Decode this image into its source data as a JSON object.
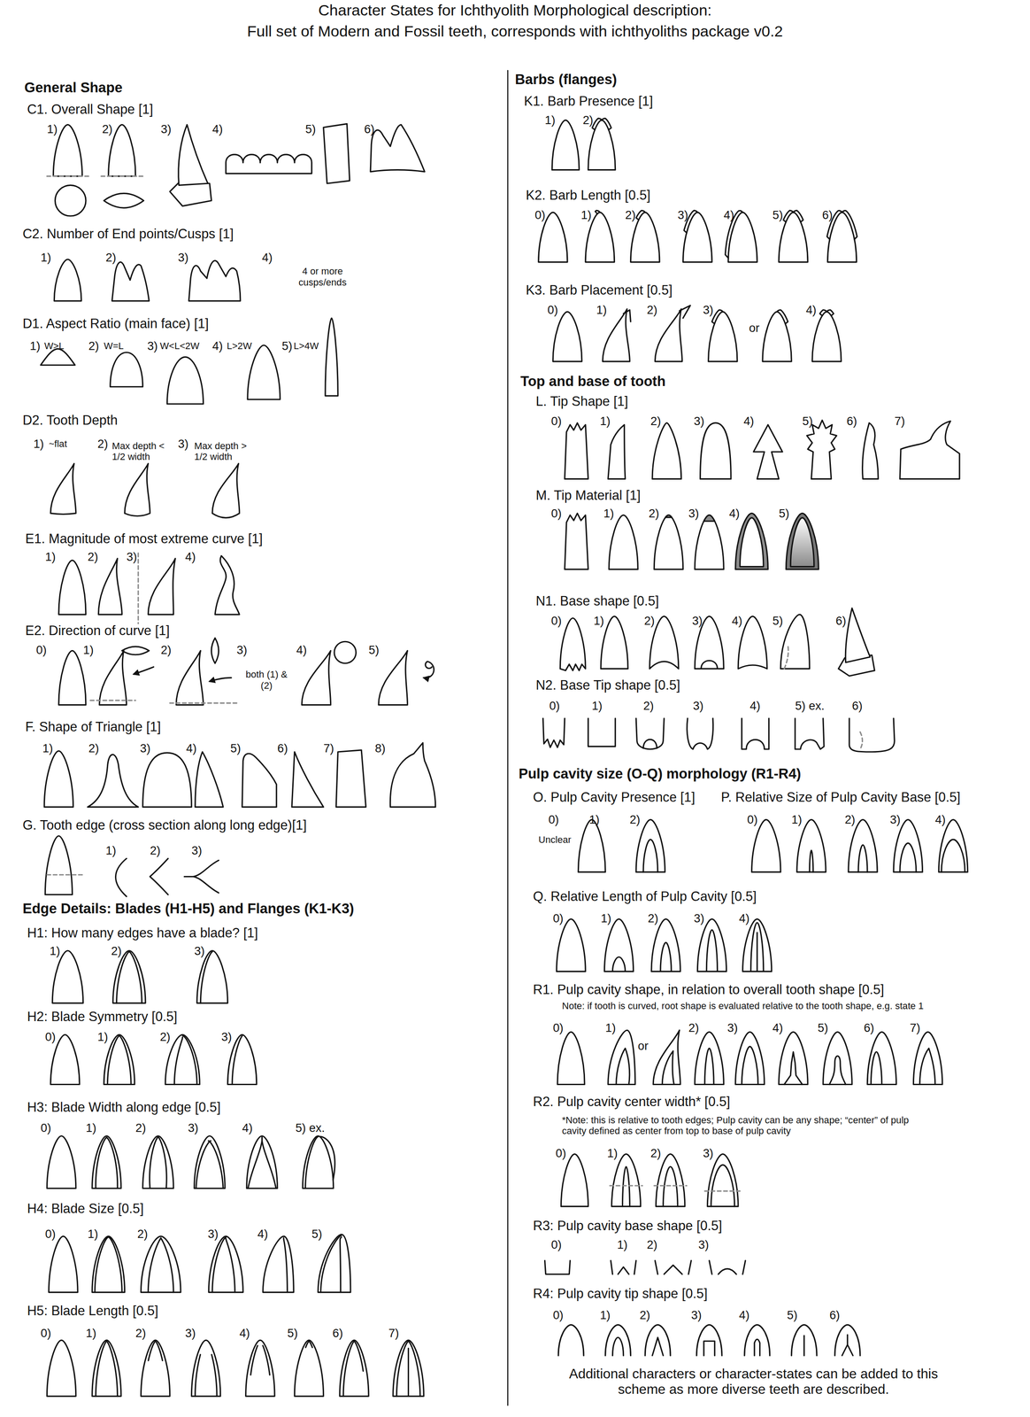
{
  "diagram": {
    "title": "Character States for Ichthyolith Morphological description:",
    "labels": [
      "Full set of Modern and Fossil teeth, corresponds with ichthyoliths package v0.2",
      "General Shape",
      "C1. Overall Shape [1]",
      "1)",
      "2)",
      "3)",
      "4)",
      "5)",
      "6)",
      "C2. Number of End points/Cusps [1]",
      "1)",
      "2)",
      "3)",
      "4)",
      "4 or more cusps/ends",
      "D1. Aspect Ratio (main face) [1]",
      "1)",
      "W>L",
      "2)",
      "W=L",
      "3)",
      "W<L<2W",
      "4)",
      "L>2W",
      "5)",
      "L>4W",
      "D2. Tooth Depth",
      "1)",
      "~flat",
      "2)",
      "Max depth < 1/2 width",
      "3)",
      "Max depth > 1/2 width",
      "E1. Magnitude of most extreme curve [1]",
      "1)",
      "2)",
      "3)",
      "4)",
      "E2. Direction of curve [1]",
      "0)",
      "1)",
      "2)",
      "3)",
      "4)",
      "5)",
      "both (1) & (2)",
      "F. Shape of Triangle [1]",
      "1)",
      "2)",
      "3)",
      "4)",
      "5)",
      "6)",
      "7)",
      "8)",
      "G. Tooth edge (cross section along long edge)[1]",
      "1)",
      "2)",
      "3)",
      "Edge Details: Blades (H1-H5) and Flanges (K1-K3)",
      "H1: How many edges have a blade? [1]",
      "1)",
      "2)",
      "3)",
      "H2: Blade Symmetry [0.5]",
      "0)",
      "1)",
      "2)",
      "3)",
      "H3: Blade Width along edge [0.5]",
      "0)",
      "1)",
      "2)",
      "3)",
      "4)",
      "5) ex.",
      "H4: Blade Size [0.5]",
      "0)",
      "1)",
      "2)",
      "3)",
      "4)",
      "5)",
      "H5: Blade Length [0.5]",
      "0)",
      "1)",
      "2)",
      "3)",
      "4)",
      "5)",
      "6)",
      "7)",
      "Barbs (flanges)",
      "K1. Barb Presence [1]",
      "1)",
      "2)",
      "K2. Barb Length [0.5]",
      "0)",
      "1)",
      "2)",
      "3)",
      "4)",
      "5)",
      "6)",
      "K3. Barb Placement [0.5]",
      "0)",
      "1)",
      "2)",
      "3)",
      "or",
      "4)",
      "Top and base of tooth",
      "L. Tip Shape [1]",
      "0)",
      "1)",
      "2)",
      "3)",
      "4)",
      "5)",
      "6)",
      "7)",
      "M. Tip Material [1]",
      "0)",
      "1)",
      "2)",
      "3)",
      "4)",
      "5)",
      "N1. Base shape [0.5]",
      "0)",
      "1)",
      "2)",
      "3)",
      "4)",
      "5)",
      "6)",
      "N2. Base Tip shape [0.5]",
      "0)",
      "1)",
      "2)",
      "3)",
      "4)",
      "5) ex.",
      "6)",
      "Pulp cavity size (O-Q) morphology (R1-R4)",
      "O. Pulp Cavity Presence [1]",
      "P. Relative Size of Pulp Cavity Base [0.5]",
      "0)",
      "1)",
      "2)",
      "Unclear",
      "0)",
      "1)",
      "2)",
      "3)",
      "4)",
      "Q. Relative Length of Pulp Cavity [0.5]",
      "0)",
      "1)",
      "2)",
      "3)",
      "4)",
      "R1. Pulp cavity shape, in relation to overall tooth shape [0.5]",
      "Note: if tooth is curved, root shape is evaluated relative to the tooth shape, e.g. state 1",
      "0)",
      "1)",
      "or",
      "2)",
      "3)",
      "4)",
      "5)",
      "6)",
      "7)",
      "R2. Pulp cavity center width* [0.5]",
      "*Note: this is relative to tooth edges; Pulp cavity can be any shape; “center” of pulp cavity defined as center from top to base of pulp cavity",
      "0)",
      "1)",
      "2)",
      "3)",
      "R3: Pulp cavity base shape [0.5]",
      "0)",
      "1)",
      "2)",
      "3)",
      "R4: Pulp cavity tip shape [0.5]",
      "0)",
      "1)",
      "2)",
      "3)",
      "4)",
      "5)",
      "6)",
      "Additional characters or character-states can be added to this scheme as more diverse teeth are described."
    ]
  }
}
